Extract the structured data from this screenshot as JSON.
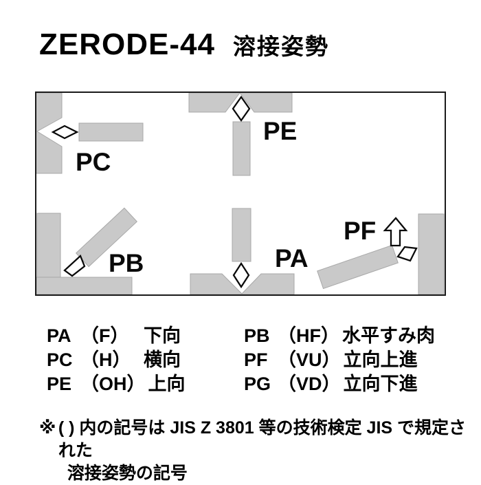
{
  "title": {
    "product": "ZERODE-44",
    "subtitle": "溶接姿勢"
  },
  "diagram": {
    "labels": {
      "pc": "PC",
      "pe": "PE",
      "pb": "PB",
      "pa": "PA",
      "pf": "PF"
    },
    "colors": {
      "steel": "#c9c9c9",
      "outline": "#0a0a0a"
    }
  },
  "legend": {
    "left": [
      {
        "code": "PA",
        "jis": "（F）",
        "name": "下向"
      },
      {
        "code": "PC",
        "jis": "（H）",
        "name": "横向"
      },
      {
        "code": "PE",
        "jis": "（OH）",
        "name": "上向"
      }
    ],
    "right": [
      {
        "code": "PB",
        "jis": "（HF）",
        "name": "水平すみ肉"
      },
      {
        "code": "PF",
        "jis": "（VU）",
        "name": "立向上進"
      },
      {
        "code": "PG",
        "jis": "（VD）",
        "name": "立向下進"
      }
    ]
  },
  "footnote": {
    "marker": "※",
    "line1": "( ) 内の記号は JIS Z 3801 等の技術検定 JIS で規定された",
    "line2": "溶接姿勢の記号"
  }
}
